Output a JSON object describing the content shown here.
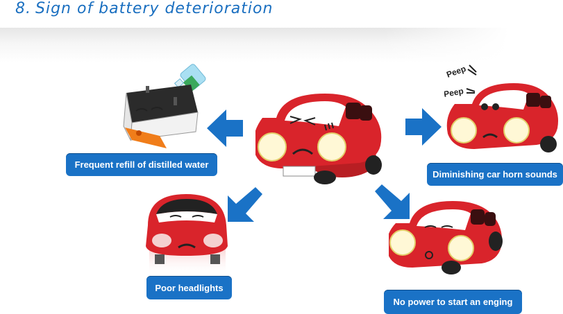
{
  "title": {
    "number": "8.",
    "text": "Sign of battery deterioration"
  },
  "labels": {
    "water": "Frequent refill of distilled water",
    "horn": "Diminishing car horn sounds",
    "headlights": "Poor headlights",
    "engine": "No power to start an enging"
  },
  "horn_sounds": [
    "Peep",
    "Peep"
  ],
  "colors": {
    "accent": "#1a72c6",
    "car_red": "#d9242b",
    "title_blue": "#1a6fc0"
  },
  "icons": [
    "water-bottle-icon",
    "battery-icon",
    "arrow-left-icon",
    "arrow-right-icon",
    "arrow-down-left-icon",
    "arrow-down-right-icon",
    "car-icon"
  ]
}
